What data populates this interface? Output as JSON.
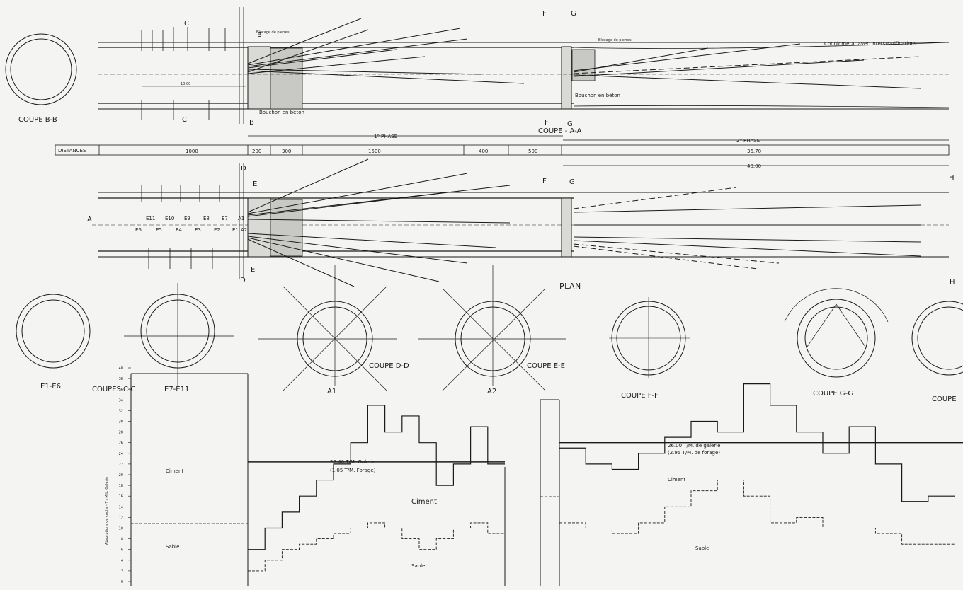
{
  "sections": {
    "bb": "COUPE B-B",
    "aa": "COUPE - A-A",
    "cc": "COUPES C-C",
    "dd": "COUPE D-D",
    "ee": "COUPE E-E",
    "ff": "COUPE F-F",
    "gg": "COUPE G-G",
    "e1e6": "E1-E6",
    "e7e11": "E7-E11",
    "a1": "A1",
    "a2": "A2",
    "plan": "PLAN",
    "truncated": "COUPE"
  },
  "markers": {
    "b": "B",
    "c": "C",
    "d": "D",
    "e": "E",
    "f": "F",
    "g": "G",
    "h": "H",
    "a": "A"
  },
  "annotations": {
    "blocage": "Blocage de pierres",
    "bouchon": "Bouchon en béton",
    "conglomerat": "Conglomerat avec interstratifications",
    "phase1": "1º PHASE",
    "phase2": "2º PHASE",
    "dim1000": "10.00"
  },
  "distances": {
    "label": "DISTANCES",
    "values": [
      "1000",
      "200",
      "300",
      "1500",
      "400",
      "500",
      "36.70"
    ],
    "total": "40.00"
  },
  "holes_top": [
    "E11",
    "E10",
    "E9",
    "E8",
    "E7",
    "A1"
  ],
  "holes_bottom": [
    "E6",
    "E5",
    "E4",
    "E3",
    "E2",
    "E1",
    "A2"
  ],
  "chart_data": {
    "type": "line",
    "title": "",
    "ylabel": "Absorptions de coulis - T / M.L. Galerie",
    "ylim": [
      0,
      40
    ],
    "yticks": [
      "0",
      "2",
      "4",
      "6",
      "8",
      "10",
      "12",
      "14",
      "16",
      "18",
      "20",
      "22",
      "24",
      "26",
      "28",
      "30",
      "32",
      "34",
      "36",
      "38",
      "40"
    ],
    "series": [
      {
        "name": "Ciment",
        "values": [
          6,
          10,
          13,
          16,
          19,
          22,
          26,
          33,
          28,
          31,
          26,
          18,
          22,
          29,
          22
        ]
      },
      {
        "name": "Sable",
        "values": [
          2,
          4,
          6,
          7,
          8,
          9,
          10,
          11,
          10,
          8,
          6,
          8,
          10,
          11,
          9
        ]
      },
      {
        "name": "Ciment",
        "values": [
          25,
          22,
          21,
          24,
          27,
          30,
          28,
          37,
          33,
          28,
          24,
          29,
          22,
          15,
          16
        ]
      },
      {
        "name": "Sable",
        "values": [
          11,
          10,
          9,
          11,
          14,
          17,
          19,
          16,
          11,
          12,
          10,
          10,
          9,
          7,
          7
        ]
      }
    ],
    "means": [
      {
        "label": "22.40 T/M. Galerie",
        "sub": "(1.05 T/M. Forage)",
        "value": 22.4
      },
      {
        "label": "26.00 T/M. de galerie",
        "sub": "(2.95 T/M. de forage)",
        "value": 26.0
      }
    ],
    "zones": {
      "ciment": "Ciment",
      "sable": "Sable"
    }
  }
}
